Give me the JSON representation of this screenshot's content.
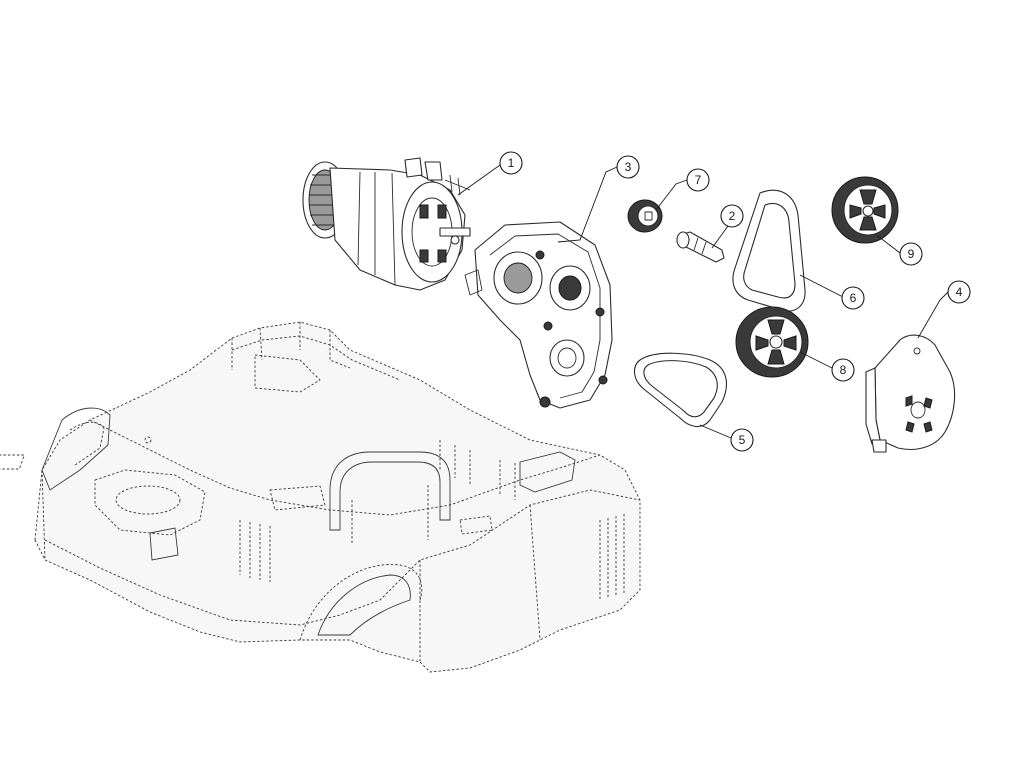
{
  "diagram": {
    "type": "exploded-parts-view",
    "callouts": [
      {
        "id": "callout-1",
        "label": "1",
        "part": "motor"
      },
      {
        "id": "callout-2",
        "label": "2",
        "part": "shaft-pin"
      },
      {
        "id": "callout-3",
        "label": "3",
        "part": "gearbox-housing"
      },
      {
        "id": "callout-4",
        "label": "4",
        "part": "cover-plate"
      },
      {
        "id": "callout-5",
        "label": "5",
        "part": "drive-belt-small"
      },
      {
        "id": "callout-6",
        "label": "6",
        "part": "drive-belt-large"
      },
      {
        "id": "callout-7",
        "label": "7",
        "part": "pinion-gear"
      },
      {
        "id": "callout-8",
        "label": "8",
        "part": "large-pulley-gear"
      },
      {
        "id": "callout-9",
        "label": "9",
        "part": "small-pulley-gear"
      }
    ],
    "colors": {
      "line": "#2b2b2b",
      "background": "#ffffff",
      "dark_fill": "#3a3a3a"
    }
  }
}
